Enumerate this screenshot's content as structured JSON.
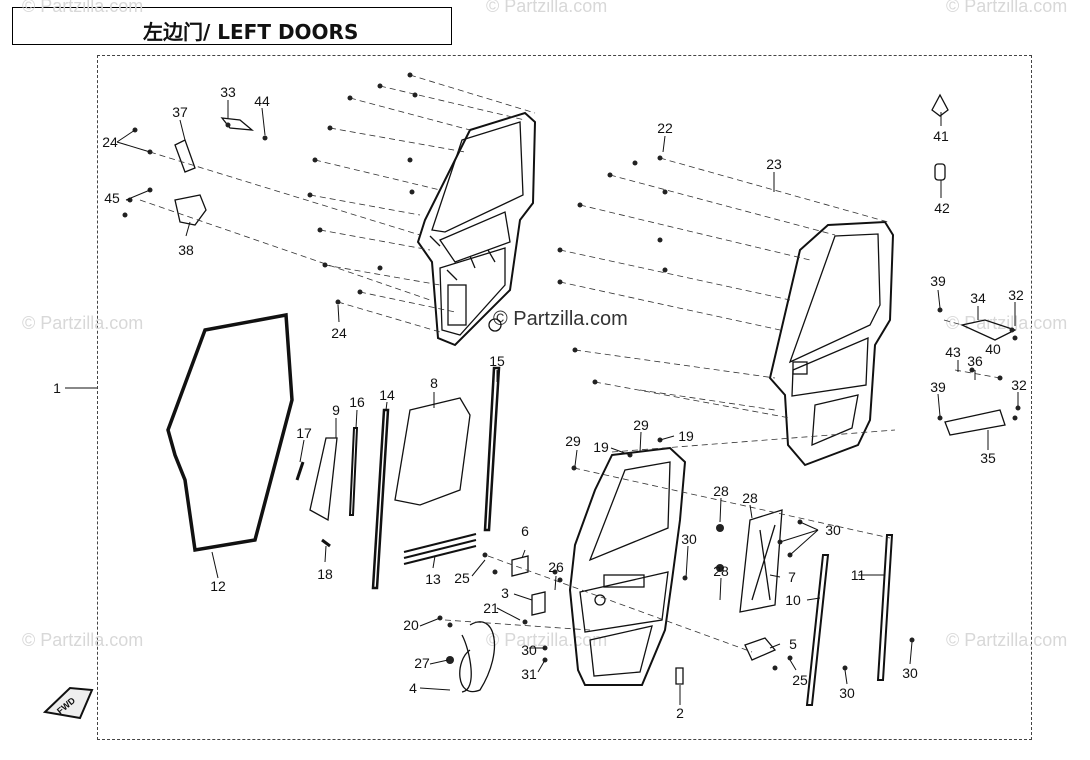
{
  "title": "左边门/ LEFT DOORS",
  "watermark": "© Partzilla.com",
  "fwd_label": "FWD",
  "callouts": [
    "1",
    "2",
    "3",
    "4",
    "5",
    "6",
    "7",
    "8",
    "9",
    "10",
    "11",
    "12",
    "13",
    "14",
    "15",
    "16",
    "17",
    "18",
    "19",
    "20",
    "21",
    "22",
    "23",
    "24",
    "25",
    "26",
    "27",
    "28",
    "29",
    "30",
    "31",
    "32",
    "33",
    "34",
    "35",
    "36",
    "37",
    "38",
    "39",
    "40",
    "41",
    "42",
    "43",
    "44",
    "45"
  ]
}
